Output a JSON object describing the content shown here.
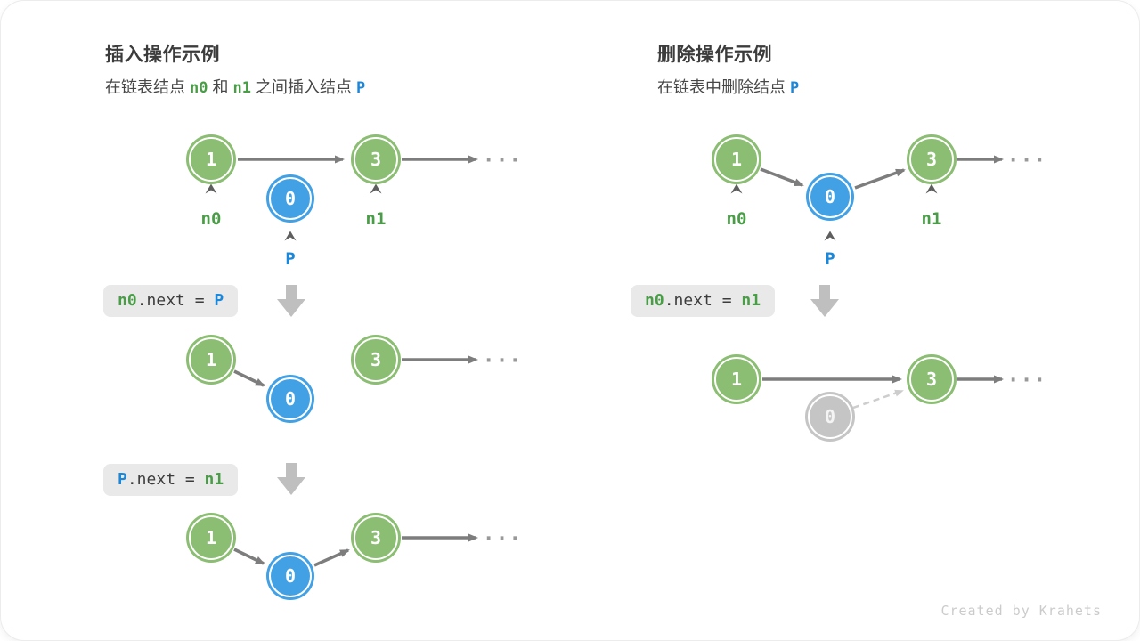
{
  "page": {
    "footer": "Created by Krahets",
    "ellipsis": "...",
    "colors": {
      "node_green": "#8bbd73",
      "node_blue": "#41a1e4",
      "node_gray": "#c5c5c5",
      "token_green": "#4a9d47",
      "token_blue": "#1b87d9",
      "arrow_gray": "#7d7d7d",
      "dashed_gray": "#cdcdcd",
      "block_arrow_gray": "#bfbfbf",
      "chip_bg": "#e9e9e9"
    }
  },
  "values": {
    "one": "1",
    "three": "3",
    "zero": "0"
  },
  "labels": {
    "n0": "n0",
    "n1": "n1",
    "p": "P"
  },
  "insert": {
    "title": "插入操作示例",
    "subtitle_parts": [
      {
        "text": "在链表结点",
        "style": "plain-sans"
      },
      {
        "text": "n0",
        "style": "green"
      },
      {
        "text": "和",
        "style": "plain-sans"
      },
      {
        "text": "n1",
        "style": "green"
      },
      {
        "text": "之间插入结点",
        "style": "plain-sans"
      },
      {
        "text": "P",
        "style": "blue"
      }
    ],
    "code_step1_parts": [
      {
        "text": "n0",
        "style": "green"
      },
      {
        "text": ".next = ",
        "style": "plain"
      },
      {
        "text": "P",
        "style": "blue"
      }
    ],
    "code_step2_parts": [
      {
        "text": "P",
        "style": "blue"
      },
      {
        "text": ".next = ",
        "style": "plain"
      },
      {
        "text": "n1",
        "style": "green"
      }
    ]
  },
  "delete": {
    "title": "删除操作示例",
    "subtitle_parts": [
      {
        "text": "在链表中删除结点",
        "style": "plain-sans"
      },
      {
        "text": "P",
        "style": "blue"
      }
    ],
    "code_step1_parts": [
      {
        "text": "n0",
        "style": "green"
      },
      {
        "text": ".next = ",
        "style": "plain"
      },
      {
        "text": "n1",
        "style": "green"
      }
    ]
  }
}
